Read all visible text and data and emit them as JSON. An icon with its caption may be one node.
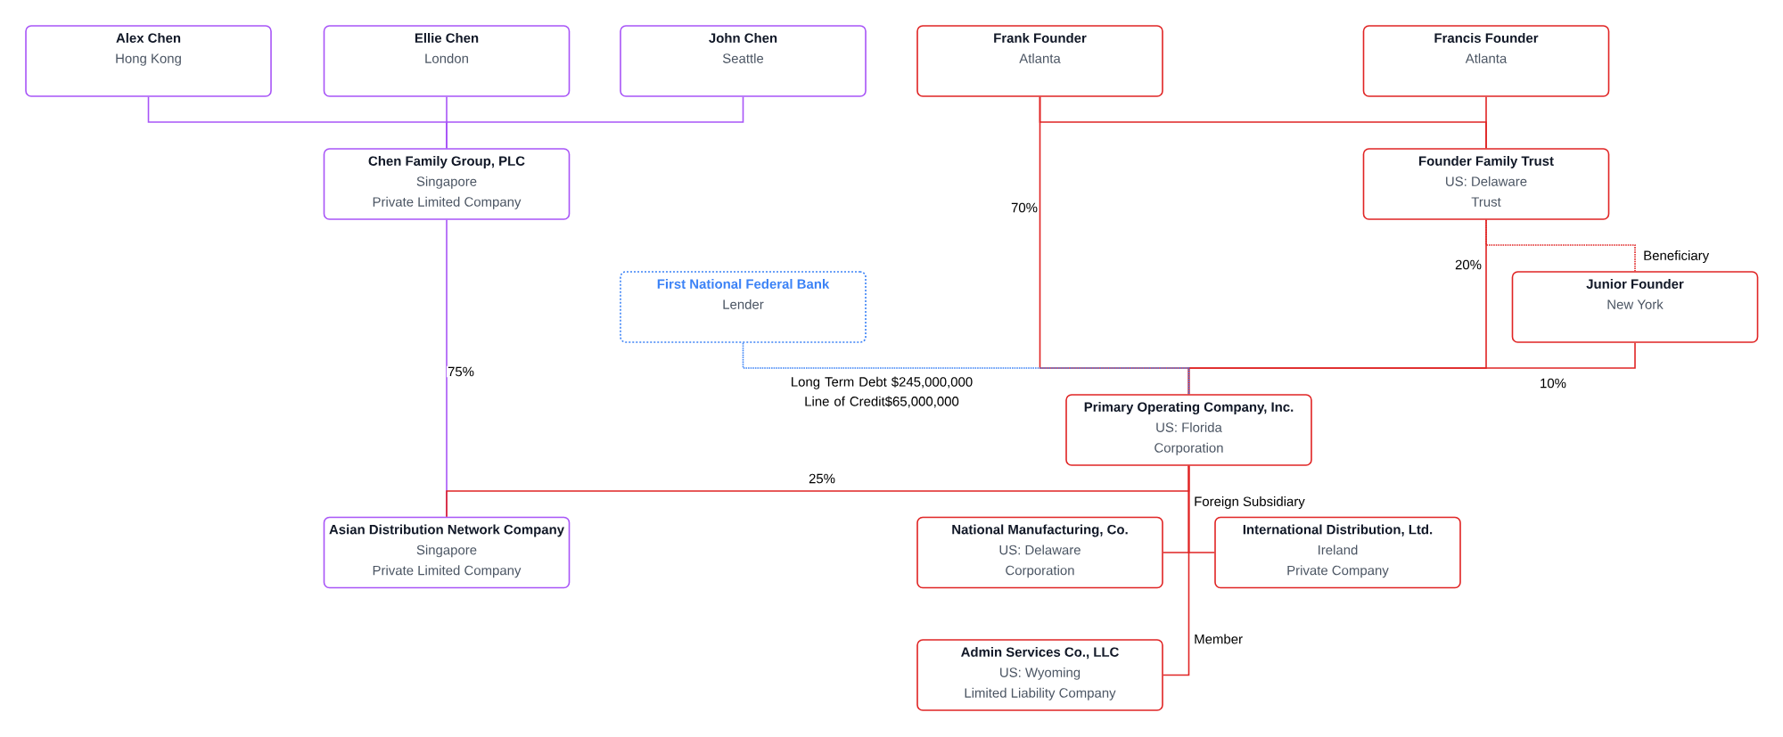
{
  "diagram": {
    "nodes": [
      {
        "text": [
          "Alex Chen",
          "Hong Kong"
        ]
      },
      {
        "text": [
          "Ellie Chen",
          "London"
        ]
      },
      {
        "text": [
          "John Chen",
          "Seattle"
        ]
      },
      {
        "text": [
          "Frank Founder",
          "Atlanta"
        ]
      },
      {
        "text": [
          "Francis Founder",
          "Atlanta"
        ]
      },
      {
        "text": [
          "Chen Family Group, PLC",
          "Singapore",
          "Private Limited Company"
        ]
      },
      {
        "text": [
          "Founder Family Trust",
          "US: Delaware",
          "Trust"
        ]
      },
      {
        "text": [
          "First National Federal Bank",
          "Lender"
        ]
      },
      {
        "text": [
          "Junior Founder",
          "New York"
        ]
      },
      {
        "text": [
          "Primary Operating Company, Inc.",
          "US: Florida",
          "Corporation"
        ]
      },
      {
        "text": [
          "Asian Distribution Network Company",
          "Singapore",
          "Private Limited Company"
        ]
      },
      {
        "text": [
          "National Manufacturing, Co.",
          "US: Delaware",
          "Corporation"
        ]
      },
      {
        "text": [
          "International Distribution, Ltd.",
          "Ireland",
          "Private Company"
        ]
      },
      {
        "text": [
          "Admin Services Co., LLC",
          "US: Wyoming",
          "Limited Liability Company"
        ]
      }
    ],
    "edges": [
      {
        "from": 0,
        "to": 5,
        "arrow": "none",
        "color": "#a855f7"
      },
      {
        "from": 1,
        "to": 5,
        "arrow": "none",
        "color": "#a855f7"
      },
      {
        "from": 2,
        "to": 5,
        "arrow": "none",
        "color": "#a855f7"
      },
      {
        "from": 3,
        "to": 6,
        "arrow": "none"
      },
      {
        "from": 4,
        "to": 6,
        "arrow": "none"
      },
      {
        "from": 3,
        "to": 9,
        "arrow": "none",
        "label": "70%"
      },
      {
        "from": 6,
        "to": 9,
        "arrow": "none",
        "label": "20%"
      },
      {
        "from": 8,
        "to": 9,
        "arrow": "none",
        "label": "10%"
      },
      {
        "from": 6,
        "to": 8,
        "arrow": "none",
        "label": "Beneficiary",
        "style": "dashed"
      },
      {
        "from": 7,
        "to": 9,
        "arrow": "none",
        "label": "Long Term Debt $245,000,000 Line of Credit$65,000,000",
        "style": "dashed",
        "color": "#3b82f6"
      },
      {
        "from": 5,
        "to": 10,
        "arrow": "none",
        "label": "75%",
        "color": "#a855f7"
      },
      {
        "from": 9,
        "to": 10,
        "arrow": "none",
        "label": "25%"
      },
      {
        "from": 9,
        "to": 11,
        "arrow": "none"
      },
      {
        "from": 9,
        "to": 12,
        "arrow": "none",
        "label": "Foreign Subsidiary"
      },
      {
        "from": 9,
        "to": 13,
        "arrow": "none",
        "label": "Member"
      }
    ]
  }
}
